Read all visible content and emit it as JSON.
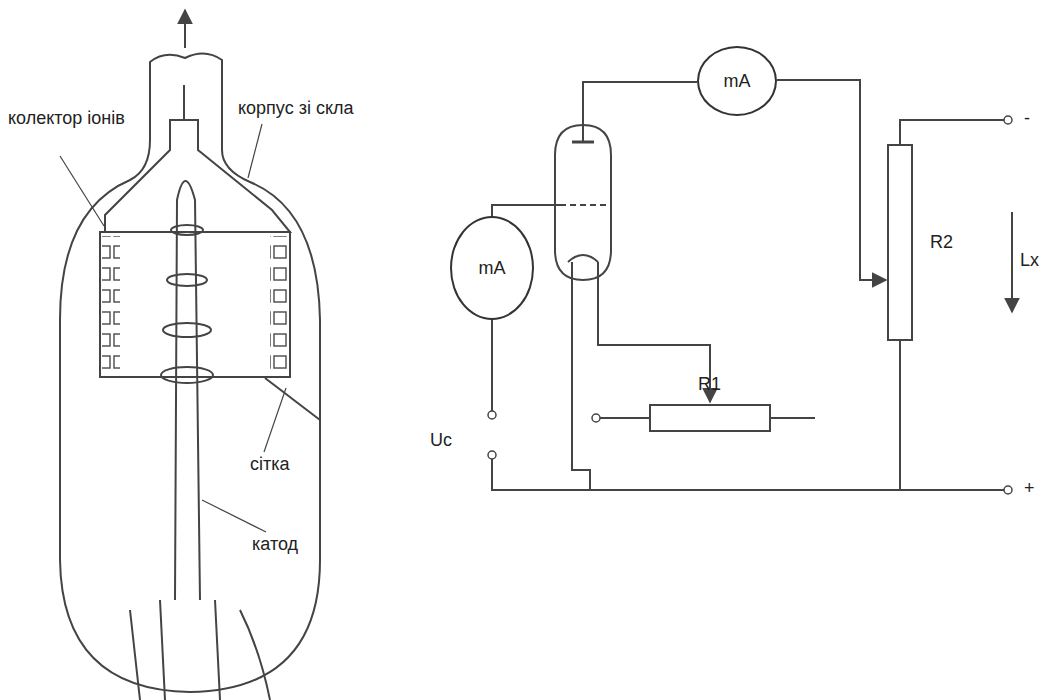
{
  "diagram": {
    "nodes": [
      {
        "text": [
          "mA"
        ]
      },
      {
        "text": [
          "mA"
        ]
      }
    ],
    "labels": [
      "колектор іонів",
      "корпус зі скла",
      "сітка",
      "катод",
      "Uc",
      "R1",
      "R2",
      "Lx",
      "-",
      "+"
    ]
  }
}
